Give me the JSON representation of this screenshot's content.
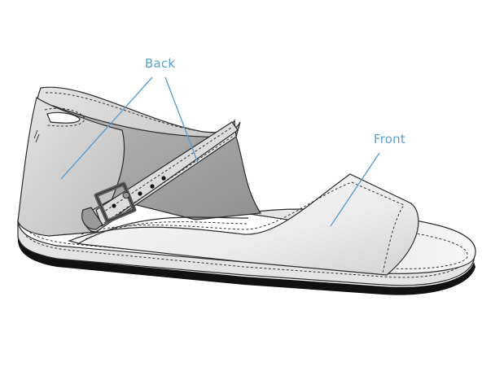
{
  "diagram": {
    "subject": "sandal",
    "labels": {
      "back": "Back",
      "front": "Front"
    },
    "colors": {
      "annotation": "#5a9fd4",
      "outline": "#2b2b2b",
      "leather_light": "#f2f2f2",
      "leather_mid": "#d6d6d6",
      "leather_dark": "#a8a8a8",
      "buckle": "#8a8a8a",
      "sole_black": "#111111"
    },
    "callouts": [
      {
        "label": "Back",
        "target": "heel-counter",
        "line": [
          187,
          95,
          75,
          220
        ]
      },
      {
        "label": "Back",
        "target": "ankle-strap",
        "line": [
          203,
          95,
          243,
          200
        ]
      },
      {
        "label": "Front",
        "target": "vamp",
        "line": [
          466,
          188,
          406,
          278
        ]
      }
    ]
  }
}
